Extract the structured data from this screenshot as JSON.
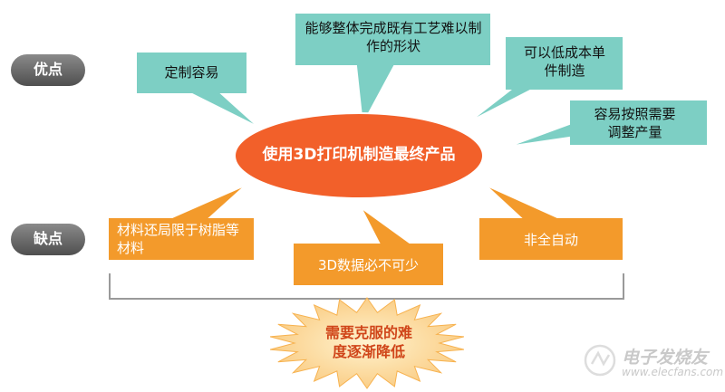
{
  "labels": {
    "pros": "优点",
    "cons": "缺点"
  },
  "center": "使用3D打印机制造最终产品",
  "advantages": [
    "定制容易",
    "能够整体完成既有工艺难以制作的形状",
    "可以低成本单件制造",
    "容易按照需要调整产量"
  ],
  "disadvantages": [
    "材料还局限于树脂等材料",
    "3D数据必不可少",
    "非全自动"
  ],
  "conclusion": "需要克服的难度逐渐降低",
  "watermark": {
    "logo": "电子发烧友",
    "url": "www.elecfans.com"
  },
  "colors": {
    "teal": "#7dcfc4",
    "orange": "#f39a2b",
    "center_ellipse": "#f2602a",
    "pill": "#6a6a6a",
    "burst": "#fbd79d",
    "bracket": "#9a9a9a"
  }
}
